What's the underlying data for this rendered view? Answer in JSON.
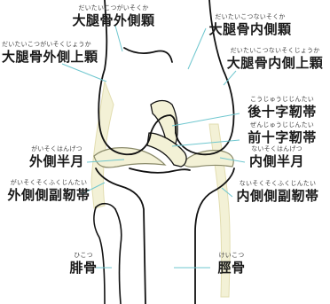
{
  "labels": {
    "lateral_epicondyle": {
      "reading": "だいたいこつがいそくじょうか",
      "text": "大腿骨外側上顆"
    },
    "lateral_condyle": {
      "reading": "だいたいこつがいそくか",
      "text": "大腿骨外側顆"
    },
    "medial_condyle": {
      "reading": "だいたいこつないそくか",
      "text": "大腿骨内側顆"
    },
    "medial_epicondyle": {
      "reading": "だいたいこつないそくじょうか",
      "text": "大腿骨内側上顆"
    },
    "pcl": {
      "reading": "こうじゅうじじんたい",
      "text": "後十字靭帯"
    },
    "acl": {
      "reading": "ぜんじゅうじじんたい",
      "text": "前十字靭帯"
    },
    "lateral_meniscus": {
      "reading": "がいそくはんげつ",
      "text": "外側半月"
    },
    "medial_meniscus": {
      "reading": "ないそくはんげつ",
      "text": "内側半月"
    },
    "lateral_collateral": {
      "reading": "がいそくそくふくじんたい",
      "text": "外側側副靭帯"
    },
    "medial_collateral": {
      "reading": "ないそくそくふくじんたい",
      "text": "内側側副靭帯"
    },
    "fibula": {
      "reading": "ひこつ",
      "text": "腓骨"
    },
    "tibia": {
      "reading": "けいこつ",
      "text": "脛骨"
    }
  },
  "colors": {
    "bone_outline": "#111111",
    "ligament_fill": "#f3f1d6",
    "leader_line": "#6fc7cf",
    "text": "#1a1a1a"
  }
}
